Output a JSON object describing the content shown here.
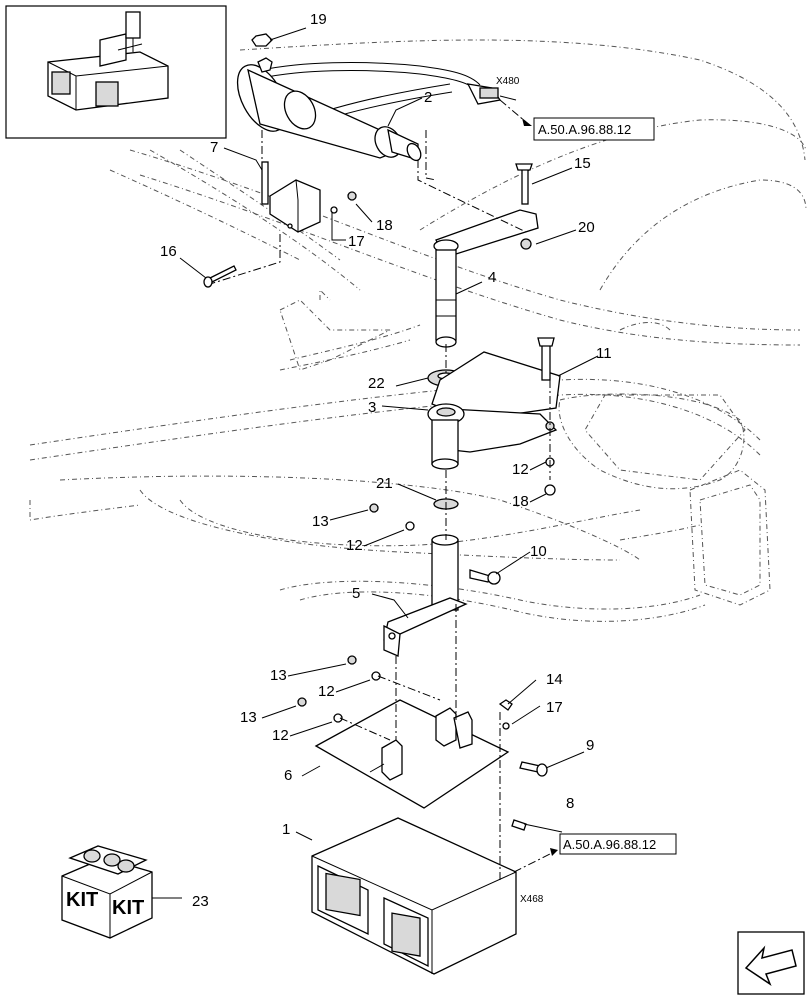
{
  "callouts": [
    {
      "id": "c1",
      "label": "1"
    },
    {
      "id": "c2",
      "label": "2"
    },
    {
      "id": "c3",
      "label": "3"
    },
    {
      "id": "c4",
      "label": "4"
    },
    {
      "id": "c5",
      "label": "5"
    },
    {
      "id": "c6",
      "label": "6"
    },
    {
      "id": "c7",
      "label": "7"
    },
    {
      "id": "c8",
      "label": "8"
    },
    {
      "id": "c9",
      "label": "9"
    },
    {
      "id": "c10",
      "label": "10"
    },
    {
      "id": "c11",
      "label": "11"
    },
    {
      "id": "c12a",
      "label": "12"
    },
    {
      "id": "c12b",
      "label": "12"
    },
    {
      "id": "c12c",
      "label": "12"
    },
    {
      "id": "c12d",
      "label": "12"
    },
    {
      "id": "c13a",
      "label": "13"
    },
    {
      "id": "c13b",
      "label": "13"
    },
    {
      "id": "c13c",
      "label": "13"
    },
    {
      "id": "c14",
      "label": "14"
    },
    {
      "id": "c15",
      "label": "15"
    },
    {
      "id": "c16",
      "label": "16"
    },
    {
      "id": "c17a",
      "label": "17"
    },
    {
      "id": "c17b",
      "label": "17"
    },
    {
      "id": "c18a",
      "label": "18"
    },
    {
      "id": "c18b",
      "label": "18"
    },
    {
      "id": "c19",
      "label": "19"
    },
    {
      "id": "c20",
      "label": "20"
    },
    {
      "id": "c21",
      "label": "21"
    },
    {
      "id": "c22",
      "label": "22"
    },
    {
      "id": "c23",
      "label": "23"
    }
  ],
  "references": {
    "top": "A.50.A.96.88.12",
    "bottom": "A.50.A.96.88.12"
  },
  "connectors": {
    "top": "X480",
    "bottom": "X468"
  },
  "kit": {
    "label_left": "KIT",
    "label_right": "KIT"
  },
  "icons": {
    "nav_arrow": "arrow-down-left-icon",
    "kit_box": "kit-box-icon"
  }
}
